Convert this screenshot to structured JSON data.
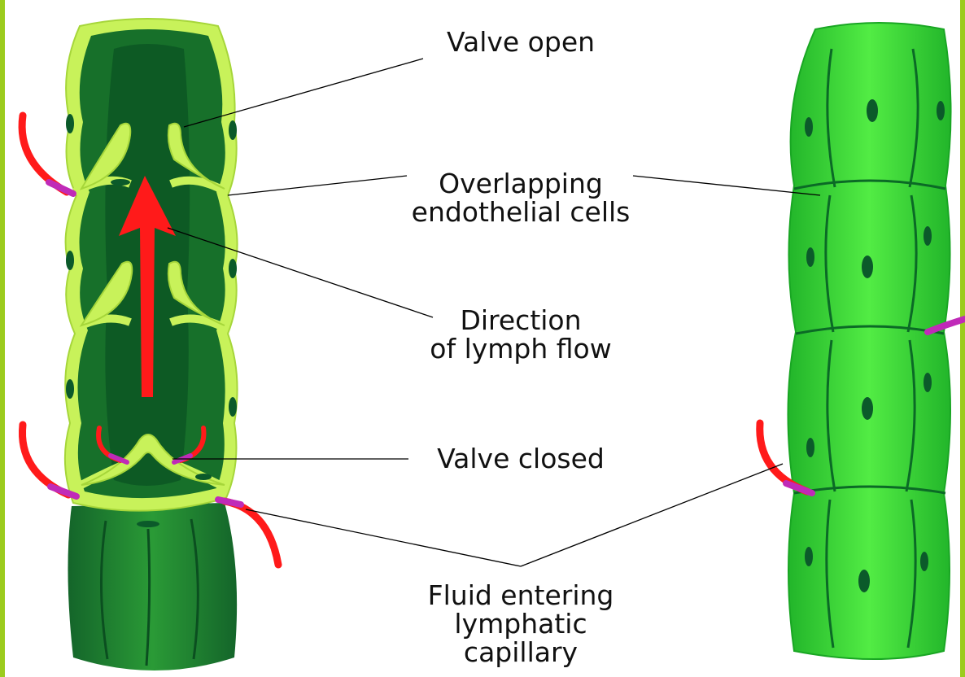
{
  "colors": {
    "frame": "#9ccc1e",
    "vessel_dark": "#1f7a2c",
    "vessel_lumen": "#0d5a24",
    "cell_border": "#c8f25a",
    "nucleus": "#0b5a2a",
    "capillary_light": "#3fe03a",
    "arrow_flow": "#ff1a1a",
    "fluid_tip": "#c02ab8",
    "leader_line": "#000000"
  },
  "labels": {
    "valve_open": "Valve open",
    "overlapping": [
      "Overlapping",
      "endothelial cells"
    ],
    "direction": [
      "Direction",
      "of lymph flow"
    ],
    "valve_closed": "Valve closed",
    "fluid": [
      "Fluid entering",
      "lymphatic",
      "capillary"
    ]
  }
}
